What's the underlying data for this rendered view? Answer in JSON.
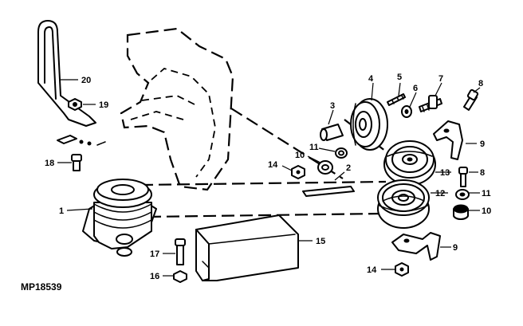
{
  "figure": {
    "reference_code": "MP18539",
    "callouts": [
      "1",
      "2",
      "3",
      "4",
      "5",
      "6",
      "7",
      "8",
      "8",
      "9",
      "9",
      "10",
      "10",
      "11",
      "11",
      "12",
      "13",
      "14",
      "14",
      "15",
      "16",
      "17",
      "18",
      "19",
      "20"
    ]
  }
}
